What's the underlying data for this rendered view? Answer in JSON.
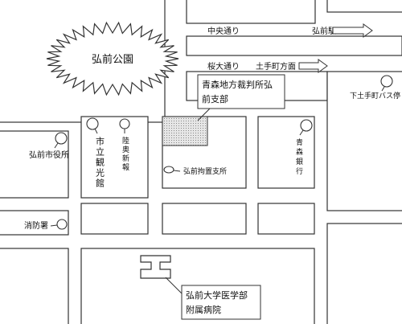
{
  "map": {
    "park": "弘前公園",
    "streets": {
      "chuo_dori": "中央通り",
      "sakura_odori": "桜大通り"
    },
    "directions": {
      "hirosaki_station": "弘前駅",
      "dotemachi": "土手町方面"
    },
    "places": {
      "bus_stop": "下土手町バス停",
      "city_hall": "弘前市役所",
      "fire_station": "消防署",
      "hirosaki_detention": "弘前拘置支所"
    },
    "vertical_labels": {
      "kankokan": "市立観光館",
      "mutsu_shinpo": "陸奥新報",
      "aomori_bank": "青森銀行"
    },
    "callouts": {
      "court_line1": "青森地方裁判所弘",
      "court_line2": "前支部",
      "hospital_line1": "弘前大学医学部",
      "hospital_line2": "附属病院"
    },
    "colors": {
      "court_fill": "#c8c8c8",
      "stroke": "#333333"
    }
  }
}
